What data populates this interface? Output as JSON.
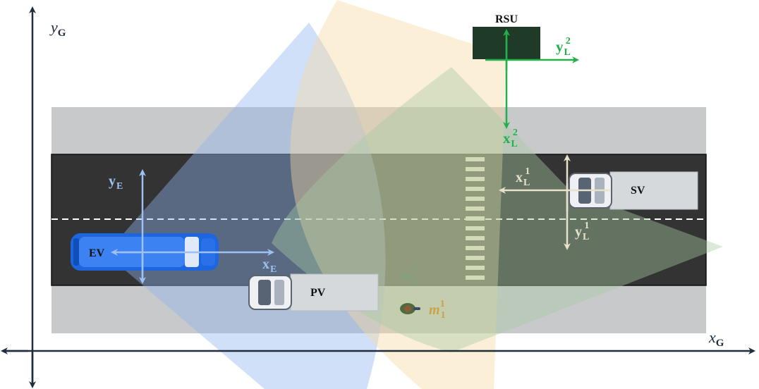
{
  "axes": {
    "global_y": {
      "base": "y",
      "sub": "G"
    },
    "global_x": {
      "base": "x",
      "sub": "G"
    }
  },
  "rsu": {
    "label": "RSU",
    "y_axis": {
      "base": "y",
      "sub": "L",
      "sup": "2"
    },
    "x_axis": {
      "base": "x",
      "sub": "L",
      "sup": "2"
    }
  },
  "ego_vehicle": {
    "label": "EV",
    "y_axis": {
      "base": "y",
      "sub": "E"
    },
    "x_axis": {
      "base": "x",
      "sub": "E"
    }
  },
  "parked_vehicle": {
    "label": "PV"
  },
  "sensor_vehicle": {
    "label": "SV",
    "x_axis": {
      "base": "x",
      "sub": "L",
      "sup": "1"
    },
    "y_axis": {
      "base": "y",
      "sub": "L",
      "sup": "1"
    }
  },
  "pedestrian_measurements": {
    "m2": {
      "base": "m",
      "sub": "2",
      "sup": "1"
    },
    "m1": {
      "base": "m",
      "sub": "1",
      "sup": "1"
    }
  },
  "colors": {
    "road": "#333333",
    "sidewalk": "#c8c9ca",
    "ev_fov": "#8fb6ee",
    "rsu_fov": "#f6d9a2",
    "sv_fov": "#a7caa3",
    "rsu_axes": "#22b04b",
    "ev_axes": "#9ec0f2",
    "sv_axes": "#e7e2c9",
    "m2_label": "#7fa37c",
    "m1_label": "#c9a24a"
  }
}
